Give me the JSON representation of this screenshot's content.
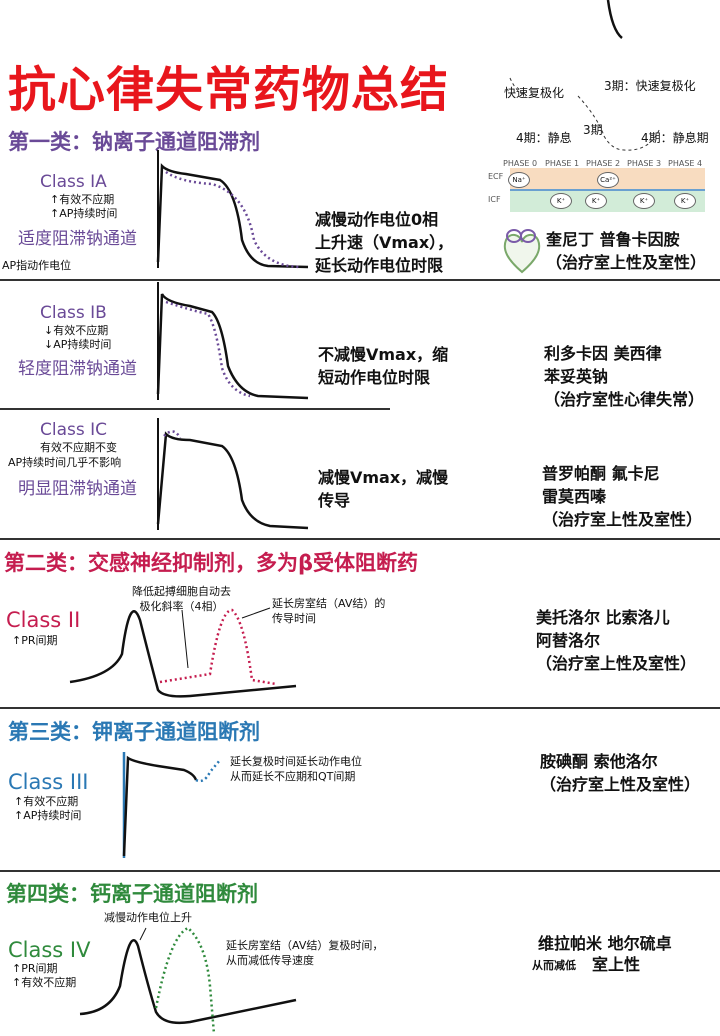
{
  "title": "抗心律失常药物总结",
  "top_diagram": {
    "labels": [
      "快速复极化",
      "3期：快速复极化",
      "3期",
      "4期：静息",
      "4期：静息期"
    ],
    "phases": [
      "PHASE 0",
      "PHASE 1",
      "PHASE 2",
      "PHASE 3",
      "PHASE 4"
    ],
    "ecf": "ECF",
    "icf": "ICF",
    "ions": [
      "Na⁺",
      "K⁺",
      "Ca²⁺",
      "K⁺",
      "K⁺",
      "K⁺"
    ]
  },
  "class1": {
    "header": "第一类：钠离子通道阻滞剂",
    "ia": {
      "name": "Class IA",
      "notes": [
        "↑有效不应期",
        "↑AP持续时间"
      ],
      "subtitle": "适度阻滞钠通道",
      "ap_label": "AP指动作电位",
      "mechanism": [
        "减慢动作电位0相",
        "上升速（Vmax），",
        "延长动作电位时限"
      ],
      "drugs": [
        "奎尼丁  普鲁卡因胺",
        "（治疗室上性及室性）"
      ]
    },
    "ib": {
      "name": "Class IB",
      "notes": [
        "↓有效不应期",
        "↓AP持续时间"
      ],
      "subtitle": "轻度阻滞钠通道",
      "mechanism": [
        "不减慢Vmax，缩",
        "短动作电位时限"
      ],
      "drugs": [
        "利多卡因  美西律",
        "苯妥英钠",
        "（治疗室性心律失常）"
      ]
    },
    "ic": {
      "name": "Class IC",
      "notes": [
        "有效不应期不变",
        "AP持续时间几乎不影响"
      ],
      "subtitle": "明显阻滞钠通道",
      "mechanism": [
        "减慢Vmax，减慢",
        "传导"
      ],
      "drugs": [
        "普罗帕酮  氟卡尼",
        "雷莫西嗪",
        "（治疗室上性及室性）"
      ]
    }
  },
  "class2": {
    "header": "第二类：交感神经抑制剂，多为β受体阻断药",
    "name": "Class II",
    "notes": [
      "↑PR间期"
    ],
    "ann1": [
      "降低起搏细胞自动去",
      "极化斜率（4相）"
    ],
    "ann2": [
      "延长房室结（AV结）的",
      "传导时间"
    ],
    "drugs": [
      "美托洛尔  比索洛儿",
      "阿替洛尔",
      "（治疗室上性及室性）"
    ]
  },
  "class3": {
    "header": "第三类：钾离子通道阻断剂",
    "name": "Class III",
    "notes": [
      "↑有效不应期",
      "↑AP持续时间"
    ],
    "ann": [
      "延长复极时间延长动作电位",
      "从而延长不应期和QT间期"
    ],
    "drugs": [
      "胺碘酮  索他洛尔",
      "（治疗室上性及室性）"
    ]
  },
  "class4": {
    "header": "第四类：钙离子通道阻断剂",
    "name": "Class IV",
    "notes": [
      "↑PR间期",
      "↑有效不应期"
    ],
    "ann1": [
      "减慢动作电位上升"
    ],
    "ann2": [
      "延长房室结（AV结）复极时间，",
      "从而减低传导速度"
    ],
    "drugs": [
      "维拉帕米  地尔硫卓"
    ],
    "drugs_note": "从而减低",
    "drugs_tail": "室上性"
  },
  "colors": {
    "title": "#e8161c",
    "class1": "#6a4a97",
    "class2": "#c51d4f",
    "class3": "#2a78b4",
    "class4": "#2f8a3c"
  }
}
